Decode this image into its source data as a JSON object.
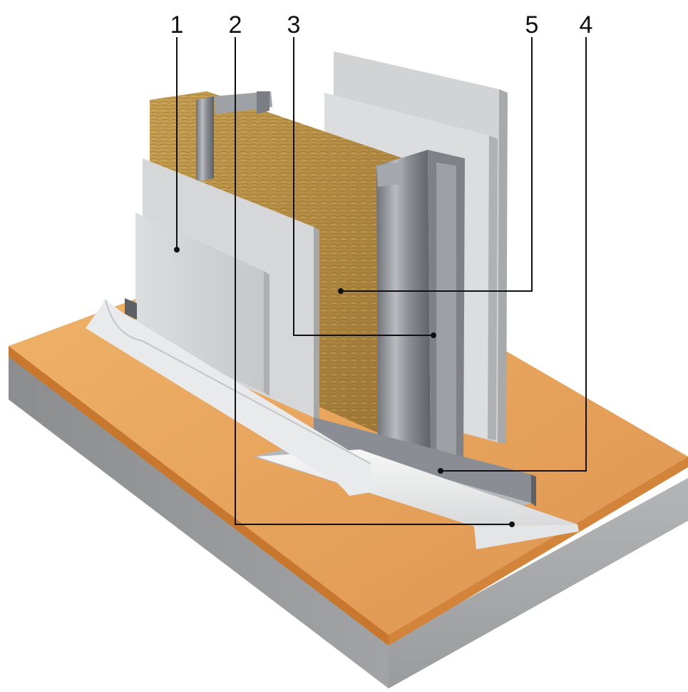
{
  "callouts": [
    {
      "id": "1",
      "label": "1"
    },
    {
      "id": "2",
      "label": "2"
    },
    {
      "id": "3",
      "label": "3"
    },
    {
      "id": "5",
      "label": "5"
    },
    {
      "id": "4",
      "label": "4"
    }
  ],
  "colors": {
    "wood_top": "#E8A45A",
    "wood_edge": "#C8782E",
    "slab": "#A9AAAC",
    "board": "#D4D5D7",
    "board_edge": "#B8B9BB",
    "insulation": "#B8924A",
    "steel": "#8E9298",
    "seal_strip": "#F2F3F3",
    "leader": "#111111"
  }
}
